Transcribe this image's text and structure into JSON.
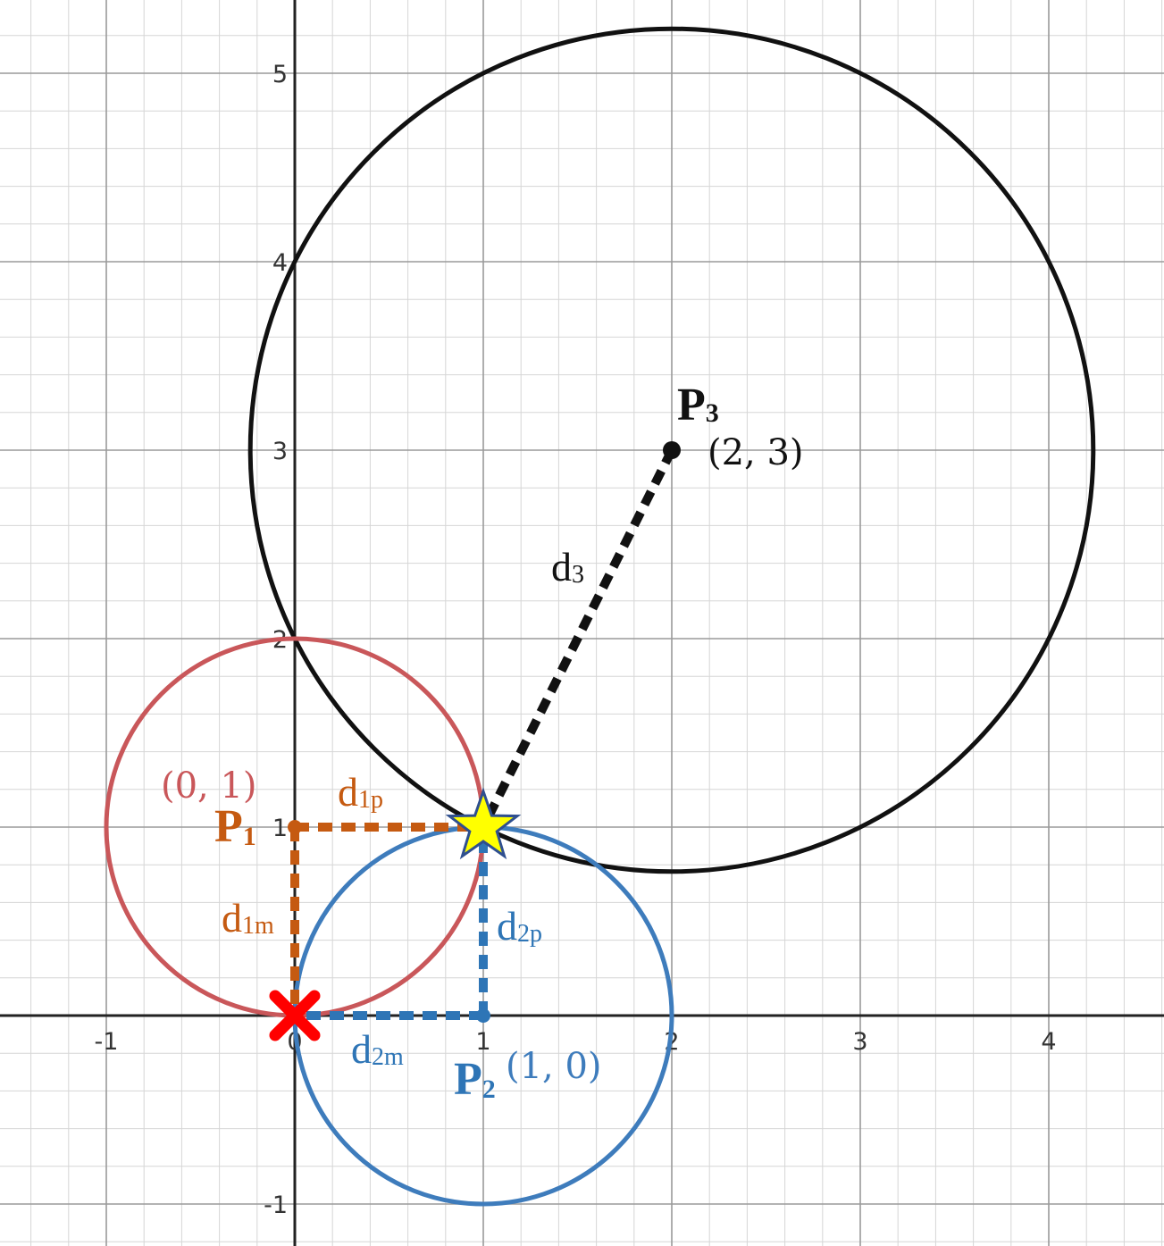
{
  "axes": {
    "x_ticks": [
      {
        "value": -1,
        "label": "-1"
      },
      {
        "value": 0,
        "label": "0"
      },
      {
        "value": 1,
        "label": "1"
      },
      {
        "value": 2,
        "label": "2"
      },
      {
        "value": 3,
        "label": "3"
      },
      {
        "value": 4,
        "label": "4"
      }
    ],
    "y_ticks": [
      {
        "value": -1,
        "label": "-1"
      },
      {
        "value": 1,
        "label": "1"
      },
      {
        "value": 2,
        "label": "2"
      },
      {
        "value": 3,
        "label": "3"
      },
      {
        "value": 4,
        "label": "4"
      },
      {
        "value": 5,
        "label": "5"
      }
    ]
  },
  "circles": [
    {
      "id": "c1",
      "center": [
        0,
        1
      ],
      "radius": 1,
      "color": "#c9575a"
    },
    {
      "id": "c2",
      "center": [
        1,
        0
      ],
      "radius": 1,
      "color": "#3e7cbc"
    },
    {
      "id": "c3",
      "center": [
        2,
        3
      ],
      "radius": 2.236,
      "color": "#111111"
    }
  ],
  "points": {
    "p1": {
      "name": "P",
      "sub": "1",
      "coord_label": "(0, 1)",
      "x": 0,
      "y": 1,
      "color": "#c55a11",
      "coord_color": "#c9575a"
    },
    "p2": {
      "name": "P",
      "sub": "2",
      "coord_label": "(1, 0)",
      "x": 1,
      "y": 0,
      "color": "#2e75b6",
      "coord_color": "#3e7cbc"
    },
    "p3": {
      "name": "P",
      "sub": "3",
      "coord_label": "(2, 3)",
      "x": 2,
      "y": 3,
      "color": "#111111",
      "coord_color": "#111111"
    }
  },
  "distances": {
    "d1p": {
      "main": "d",
      "sub": "1p",
      "color": "#c55a11"
    },
    "d1m": {
      "main": "d",
      "sub": "1m",
      "color": "#c55a11"
    },
    "d2p": {
      "main": "d",
      "sub": "2p",
      "color": "#2e75b6"
    },
    "d2m": {
      "main": "d",
      "sub": "2m",
      "color": "#2e75b6"
    },
    "d3": {
      "main": "d",
      "sub": "3",
      "color": "#111111"
    }
  },
  "markers": {
    "star": {
      "x": 1,
      "y": 1,
      "fill": "#ffff00",
      "stroke": "#2f4f8f"
    },
    "cross": {
      "x": 0,
      "y": 0,
      "color": "#ff0000"
    }
  }
}
